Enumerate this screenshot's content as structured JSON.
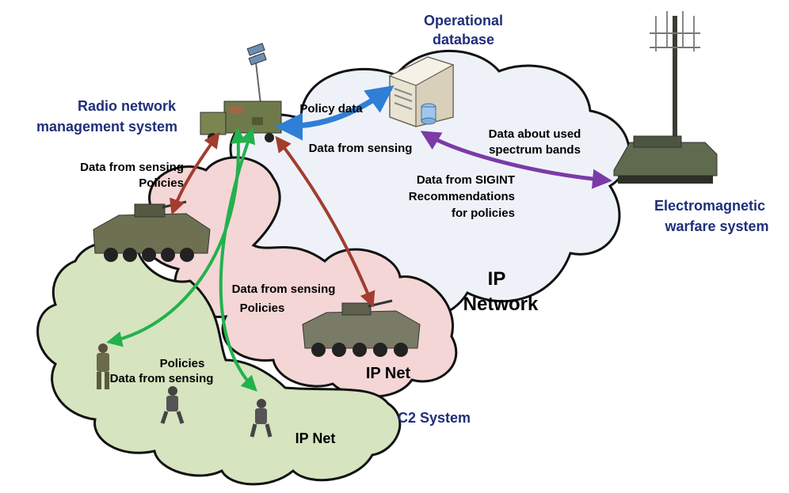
{
  "nodes": {
    "operational_db": {
      "line1": "Operational",
      "line2": "database"
    },
    "rnms": {
      "line1": "Radio network",
      "line2": "management system"
    },
    "ew": {
      "line1": "Electromagnetic",
      "line2": "warfare system"
    }
  },
  "clouds": {
    "ip_network": {
      "line1": "IP",
      "line2": "Network"
    },
    "ip_net_pink": "IP Net",
    "ip_net_green": "IP Net",
    "c2": "C2 System"
  },
  "flows": {
    "policy_data": "Policy data",
    "data_from_sensing_top": "Data from sensing",
    "spectrum_line1": "Data about used",
    "spectrum_line2": "spectrum bands",
    "sigint_line1": "Data from SIGINT",
    "sigint_line2": "Recommendations",
    "sigint_line3": "for policies",
    "left_line1": "Data from sensing",
    "left_line2": "Policies",
    "mid_line1": "Data from sensing",
    "mid_line2": "Policies",
    "bottom_line1": "Policies",
    "bottom_line2": "Data from sensing"
  },
  "colors": {
    "title_blue": "#1f2f7a",
    "ip_cloud_fill": "#eef2f8",
    "pink_cloud_fill": "#f4d6d6",
    "green_cloud_fill": "#d6e4bf",
    "blue_arrow": "#2f7fd6",
    "brown_arrow": "#a23d2f",
    "green_arrow": "#23b14d",
    "purple_arrow": "#7b3aa8"
  }
}
